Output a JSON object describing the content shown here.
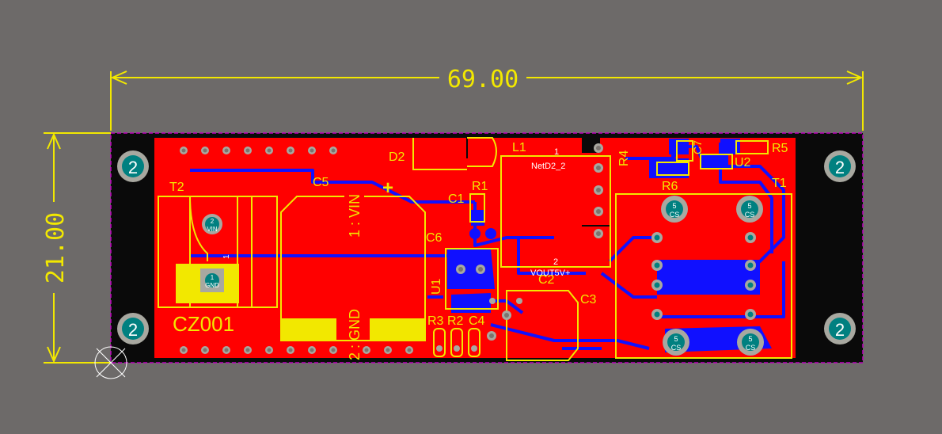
{
  "colors": {
    "background": "#6d6a69",
    "board_outline": "#c000c0",
    "top_copper": "#ff0000",
    "bottom_copper": "#1010ff",
    "silkscreen": "#f2e800",
    "pad": "#a8a8a0",
    "hole": "#008080",
    "board_edge_black": "#0a0a0a"
  },
  "dimensions": {
    "width_label": "69.00",
    "height_label": "21.00"
  },
  "mounting_holes": [
    "2",
    "2",
    "2",
    "2"
  ],
  "components": {
    "t2": "T2",
    "c5": "C5",
    "vin_label": "1 : VIN",
    "gnd_label": "2 : GND",
    "plus": "+",
    "d2": "D2",
    "l1": "L1",
    "c1": "C1",
    "r1": "R1",
    "c6": "C6",
    "u1": "U1",
    "r3": "R3",
    "r2": "R2",
    "c4": "C4",
    "c2": "C2",
    "c3": "C3",
    "r4": "R4",
    "c7": "C7",
    "r5": "R5",
    "u2": "U2",
    "r6": "R6",
    "t1": "T1",
    "board_name": "CZ001"
  },
  "nets": {
    "pin1": "1",
    "pin2": "2",
    "net_d2_2": "NetD2_2",
    "vout": "VOUT5V+",
    "t2_pin2_num": "2",
    "t2_pin2_net": "VIN",
    "t2_pin1_num": "1",
    "t2_pin1_net": "GND",
    "t2_side_pin": "1",
    "cs_pad_num": "5",
    "cs_pad_net": "CS"
  }
}
